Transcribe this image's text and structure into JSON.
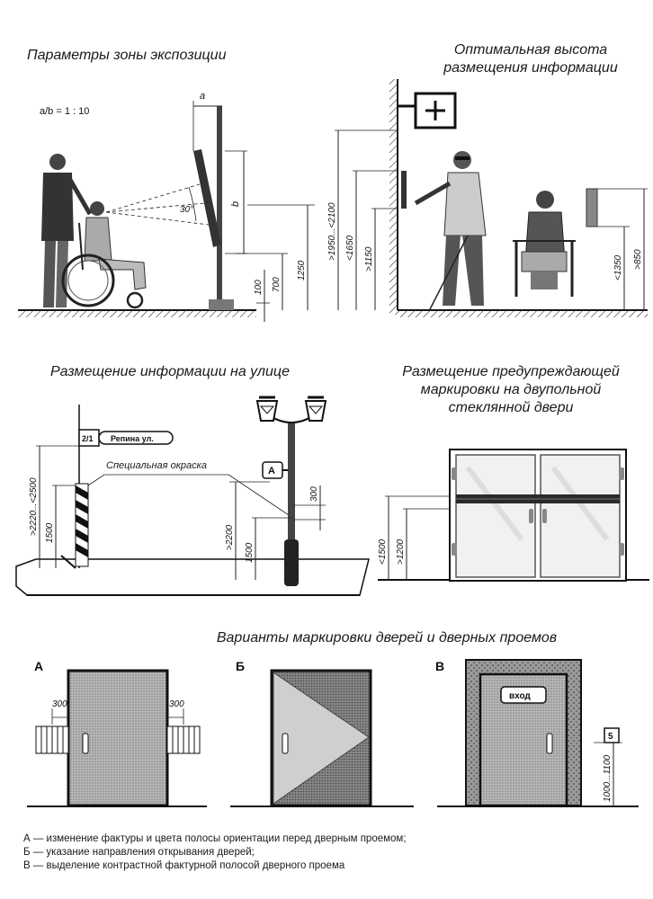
{
  "panels": {
    "exposition": {
      "title": "Параметры зоны экспозиции",
      "ratio": "a/b = 1 : 10",
      "dim_a": "a",
      "dim_b": "b",
      "angle": "30°",
      "dims": [
        "1250",
        "700",
        "100"
      ]
    },
    "optimal_height": {
      "title_line1": "Оптимальная высота",
      "title_line2": "размещения информации",
      "dims": [
        ">1950...<2100",
        "<1650",
        ">1150",
        ">850",
        "<1350"
      ]
    },
    "street": {
      "title": "Размещение информации на улице",
      "sign_number": "2/1",
      "sign_street": "Репина ул.",
      "special_paint": "Специальная окраска",
      "plaque_letter": "А",
      "dims": [
        ">2220...<2500",
        "1500",
        ">2200",
        "1500",
        "300"
      ]
    },
    "glass_door": {
      "title_line1": "Размещение предупреждающей",
      "title_line2": "маркировки на двупольной",
      "title_line3": "стеклянной двери",
      "dims": [
        "<1500",
        ">1200"
      ]
    },
    "door_variants": {
      "title": "Варианты маркировки  дверей и дверных проемов",
      "letter_a": "А",
      "letter_b": "Б",
      "letter_v": "В",
      "dim_left": "300",
      "dim_right": "300",
      "entrance_sign": "вход",
      "number_sign": "5",
      "dim_v": "1000...1100"
    }
  },
  "legend": {
    "line_a": "А — изменение фактуры и цвета полосы ориентации перед дверным проемом;",
    "line_b": "Б — указание направления открывания дверей;",
    "line_v": "В — выделение контрастной фактурной полосой дверного проема"
  }
}
